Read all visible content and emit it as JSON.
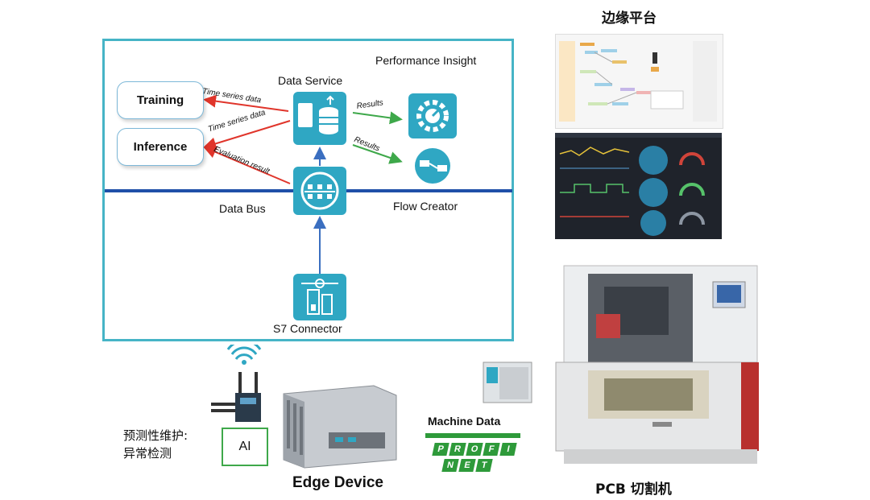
{
  "diagram": {
    "nodes": {
      "training": "Training",
      "inference": "Inference",
      "data_service": "Data Service",
      "performance_insight": "Performance Insight",
      "data_bus": "Data Bus",
      "flow_creator": "Flow Creator",
      "s7_connector": "S7 Connector"
    },
    "edges": {
      "ts_training": "Time series data",
      "ts_inference": "Time series data",
      "evaluation": "Evaluation result",
      "results_1": "Results",
      "results_2": "Results"
    }
  },
  "hardware": {
    "edge_platform": "边缘平台",
    "edge_device": "Edge Device",
    "pcb_cutter": "PCB 切割机",
    "machine_data": "Machine Data",
    "ai_box": "AI",
    "maintenance_line1": "预测性维护:",
    "maintenance_line2": "异常检测",
    "profinet_letters": [
      "P",
      "R",
      "O",
      "F",
      "I",
      "N",
      "E",
      "T"
    ],
    "profinet_trademark": "®"
  },
  "colors": {
    "frame": "#46b4c6",
    "bus": "#1f4fa8",
    "red_arrow": "#e0352b",
    "green_arrow": "#3ea84a",
    "blue_arrow": "#3b6fc0",
    "icon_teal": "#2fa7c3",
    "profinet_green": "#2e9a3a"
  }
}
